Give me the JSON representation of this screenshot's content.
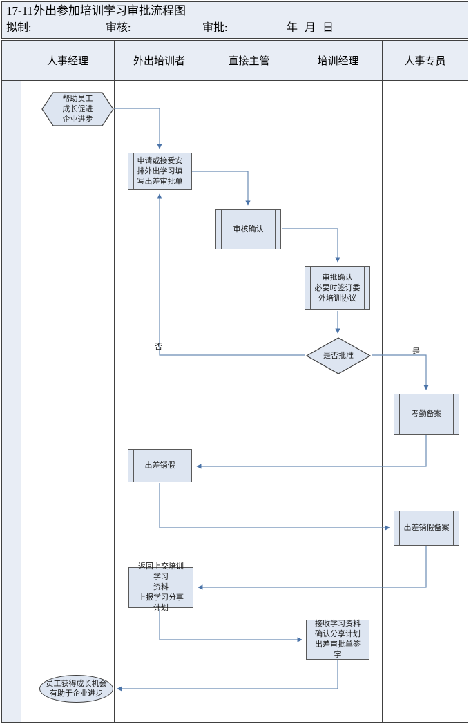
{
  "document": {
    "title": "17-11外出参加培训学习审批流程图",
    "meta": {
      "prepared_label": "拟制:",
      "reviewed_label": "审核:",
      "approved_label": "审批:",
      "date_label": "年 月 日"
    }
  },
  "colors": {
    "header_fill": "#e8edf5",
    "node_fill": "#dde5f1",
    "node_border": "#595959",
    "grid_border": "#404040",
    "connector": "#6b8cb5",
    "text": "#1a1a1a"
  },
  "lanes": [
    {
      "id": "spacer",
      "label": ""
    },
    {
      "id": "hr-manager",
      "label": "人事经理"
    },
    {
      "id": "trainee",
      "label": "外出培训者"
    },
    {
      "id": "direct-supervisor",
      "label": "直接主管"
    },
    {
      "id": "training-manager",
      "label": "培训经理"
    },
    {
      "id": "hr-specialist",
      "label": "人事专员"
    }
  ],
  "nodes": [
    {
      "id": "start",
      "shape": "hexagon",
      "lane": "hr-manager",
      "text": "帮助员工\n成长促进\n企业进步"
    },
    {
      "id": "apply-form",
      "shape": "predefined-process",
      "lane": "trainee",
      "text": "申请或接受安\n排外出学习填\n写出差审批单"
    },
    {
      "id": "review-confirm",
      "shape": "predefined-process",
      "lane": "direct-supervisor",
      "text": "审核确认"
    },
    {
      "id": "approve-confirm",
      "shape": "predefined-process",
      "lane": "training-manager",
      "text": "审批确认\n必要时签订委\n外培训协议"
    },
    {
      "id": "decision",
      "shape": "decision",
      "lane": "training-manager",
      "text": "是否批准"
    },
    {
      "id": "attendance-file",
      "shape": "predefined-process",
      "lane": "hr-specialist",
      "text": "考勤备案"
    },
    {
      "id": "travel-cancel",
      "shape": "predefined-process",
      "lane": "trainee",
      "text": "出差销假"
    },
    {
      "id": "cancel-file",
      "shape": "predefined-process",
      "lane": "hr-specialist",
      "text": "出差销假备案"
    },
    {
      "id": "return-material",
      "shape": "process",
      "lane": "trainee",
      "text": "返回上交培训学习\n资料\n上报学习分享计划"
    },
    {
      "id": "receive-material",
      "shape": "process",
      "lane": "training-manager",
      "text": "接收学习资料\n确认分享计划\n出差审批单签字"
    },
    {
      "id": "end",
      "shape": "terminator",
      "lane": "hr-manager",
      "text": "员工获得成长机会\n有助于企业进步"
    }
  ],
  "edges": [
    {
      "from": "start",
      "to": "apply-form",
      "label": ""
    },
    {
      "from": "apply-form",
      "to": "review-confirm",
      "label": ""
    },
    {
      "from": "review-confirm",
      "to": "approve-confirm",
      "label": ""
    },
    {
      "from": "approve-confirm",
      "to": "decision",
      "label": ""
    },
    {
      "from": "decision",
      "to": "apply-form",
      "label": "否"
    },
    {
      "from": "decision",
      "to": "attendance-file",
      "label": "是"
    },
    {
      "from": "attendance-file",
      "to": "travel-cancel",
      "label": ""
    },
    {
      "from": "travel-cancel",
      "to": "cancel-file",
      "label": ""
    },
    {
      "from": "cancel-file",
      "to": "return-material",
      "label": ""
    },
    {
      "from": "return-material",
      "to": "receive-material",
      "label": ""
    },
    {
      "from": "receive-material",
      "to": "end",
      "label": ""
    }
  ],
  "edge_labels": {
    "no": "否",
    "yes": "是"
  }
}
